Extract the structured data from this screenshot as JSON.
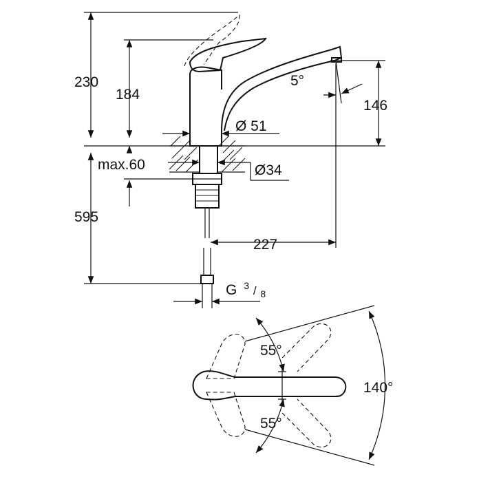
{
  "colors": {
    "line": "#111111",
    "background": "#ffffff"
  },
  "dimensions": {
    "total_height": "230",
    "lever_height": "184",
    "spout_height": "146",
    "spout_angle": "5°",
    "body_diameter": "Ø 51",
    "max_thickness": "max.60",
    "hole_diameter": "Ø34",
    "supply_length": "595",
    "reach": "227",
    "thread": "G",
    "thread_num": "3",
    "thread_den": "8"
  },
  "plan_view": {
    "angle_up": "55°",
    "angle_down": "55°",
    "angle_total": "140°"
  }
}
